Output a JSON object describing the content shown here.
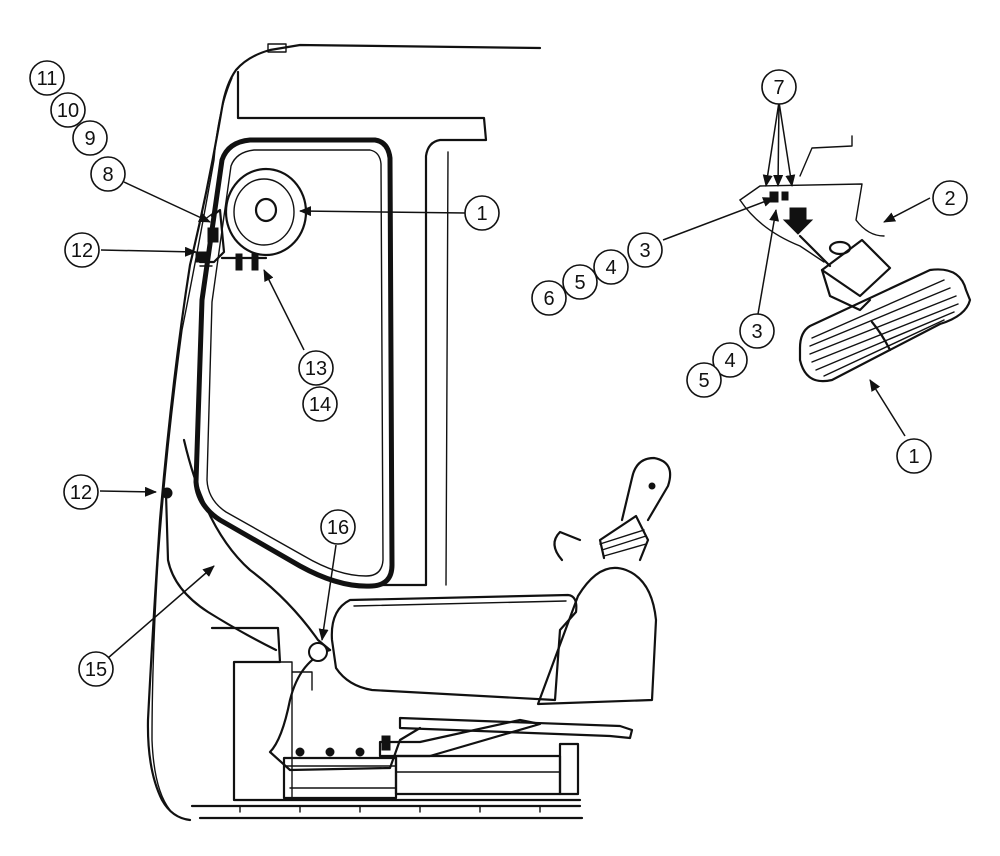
{
  "callouts": [
    {
      "id": "c11",
      "label": "11"
    },
    {
      "id": "c10",
      "label": "10"
    },
    {
      "id": "c9",
      "label": "9"
    },
    {
      "id": "c8",
      "label": "8"
    },
    {
      "id": "c12a",
      "label": "12"
    },
    {
      "id": "c1a",
      "label": "1"
    },
    {
      "id": "c13",
      "label": "13"
    },
    {
      "id": "c14",
      "label": "14"
    },
    {
      "id": "c12b",
      "label": "12"
    },
    {
      "id": "c16",
      "label": "16"
    },
    {
      "id": "c15",
      "label": "15"
    },
    {
      "id": "c7",
      "label": "7"
    },
    {
      "id": "c2",
      "label": "2"
    },
    {
      "id": "c3a",
      "label": "3"
    },
    {
      "id": "c4a",
      "label": "4"
    },
    {
      "id": "c5a",
      "label": "5"
    },
    {
      "id": "c6",
      "label": "6"
    },
    {
      "id": "c3b",
      "label": "3"
    },
    {
      "id": "c4b",
      "label": "4"
    },
    {
      "id": "c5b",
      "label": "5"
    },
    {
      "id": "c1b",
      "label": "1"
    }
  ]
}
